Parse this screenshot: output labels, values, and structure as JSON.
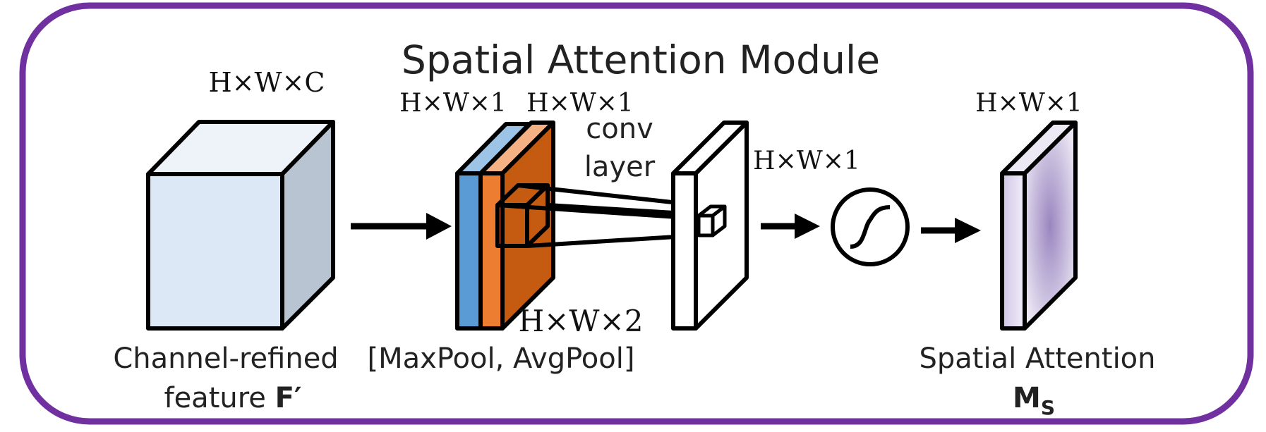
{
  "title": "Spatial Attention Module",
  "dims": {
    "input": "H×W×C",
    "maxpool": "H×W×1",
    "avgpool": "H×W×1",
    "pooled": "H×W×2",
    "conv_out": "H×W×1",
    "output": "H×W×1"
  },
  "conv_label_line1": "conv",
  "conv_label_line2": "layer",
  "input_caption_line1": "Channel-refined",
  "input_caption_line2_prefix": "feature ",
  "input_caption_symbol": "F′",
  "pool_caption": "[MaxPool, AvgPool]",
  "output_caption_line1": "Spatial Attention",
  "output_symbol": "M",
  "output_symbol_sub": "S",
  "colors": {
    "frame": "#7030a0",
    "cube_front": "#dce8f6",
    "cube_side": "#b9c4d2",
    "maxpool": "#5b9bd5",
    "avgpool": "#ed7d31",
    "avgpool_side": "#c55a11",
    "attention": "#b7a3d6"
  },
  "icons": [
    "right-arrow-icon",
    "sigmoid-icon"
  ]
}
